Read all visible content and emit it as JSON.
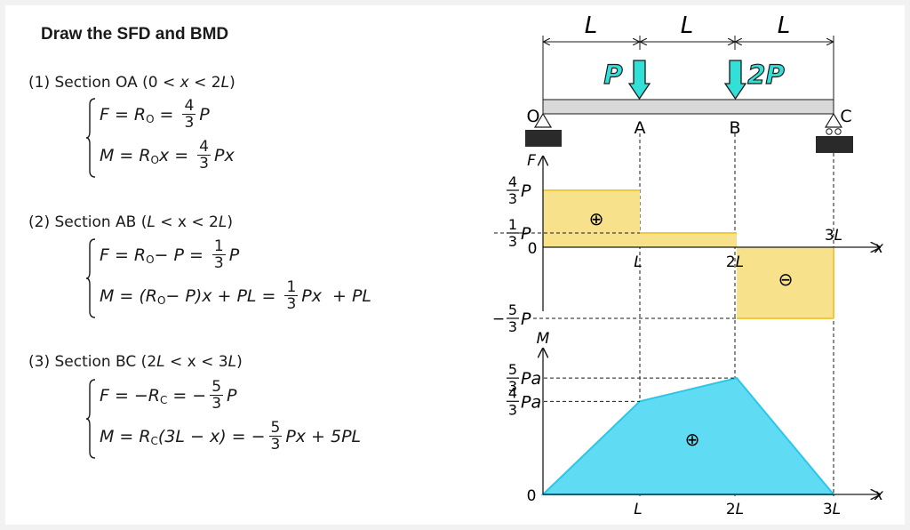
{
  "title": "Draw the SFD and BMD",
  "sections": [
    {
      "heading_prefix": "(1) Section OA (0 < ",
      "heading_var": "x",
      "heading_suffix": " < 2",
      "heading_end": "L",
      "heading_close": ")",
      "F": {
        "lhs": "F",
        "mid1": "R",
        "mid1_sub": "O",
        "num": "4",
        "den": "3",
        "unit": "P"
      },
      "M": {
        "lhs": "M",
        "mid1": "R",
        "mid1_sub": "O",
        "mid1_var": "x",
        "num": "4",
        "den": "3",
        "unit": "Px"
      }
    },
    {
      "heading_prefix": "(2) Section AB (",
      "heading_var": "L",
      "heading_suffix": " < x < 2",
      "heading_end": "L",
      "heading_close": ")",
      "F": {
        "lhs": "F",
        "expr": "R",
        "expr_sub": "O",
        "expr_tail": " − P",
        "num": "1",
        "den": "3",
        "unit": "P"
      },
      "M": {
        "lhs": "M",
        "expr": "(R",
        "expr_sub": "O",
        "expr_tail": " − P)x + PL",
        "num": "1",
        "den": "3",
        "unit": "Px",
        "tail": "+ PL"
      }
    },
    {
      "heading_prefix": "(3) Section BC (2",
      "heading_var": "L",
      "heading_suffix": " < x < 3",
      "heading_end": "L",
      "heading_close": ")",
      "F": {
        "lhs": "F",
        "expr": "−R",
        "expr_sub": "C",
        "sign": "−",
        "num": "5",
        "den": "3",
        "unit": "P"
      },
      "M": {
        "lhs": "M",
        "expr": "R",
        "expr_sub": "C",
        "expr_tail": "(3L − x)",
        "sign": "−",
        "num": "5",
        "den": "3",
        "unit": "Px",
        "tail": "+ 5PL"
      }
    }
  ],
  "beam": {
    "span_label": "L",
    "point_O": "O",
    "point_A": "A",
    "point_B": "B",
    "point_C": "C",
    "load_A": "P",
    "load_B": "2P",
    "load_color": "#33e0d8",
    "beam_color": "#d9d9d9"
  },
  "sfd": {
    "axis_y": "F",
    "axis_x": "x",
    "zero": "0",
    "x_ticks": [
      {
        "pre": "",
        "var": "L",
        "at": 1
      },
      {
        "pre": "2",
        "var": "L",
        "at": 2
      },
      {
        "pre": "3",
        "var": "L",
        "at": 3
      }
    ],
    "segments": [
      {
        "from": 0,
        "to": 1,
        "value": 1.3333
      },
      {
        "from": 1,
        "to": 2,
        "value": 0.3333
      },
      {
        "from": 2,
        "to": 3,
        "value": -1.6667
      }
    ],
    "labels": [
      {
        "sign": "",
        "num": "4",
        "den": "3",
        "unit": "P",
        "value": 1.3333
      },
      {
        "sign": "",
        "num": "1",
        "den": "3",
        "unit": "P",
        "value": 0.3333
      },
      {
        "sign": "−",
        "num": "5",
        "den": "3",
        "unit": "P",
        "value": -1.6667
      }
    ],
    "pos_symbol": "⊕",
    "neg_symbol": "⊖",
    "fill_color": "#f7e18a",
    "edge_color": "#f0c840"
  },
  "bmd": {
    "axis_y": "M",
    "axis_x": "x",
    "zero": "0",
    "x_ticks": [
      {
        "pre": "",
        "var": "L",
        "at": 1
      },
      {
        "pre": "2",
        "var": "L",
        "at": 2
      },
      {
        "pre": "3",
        "var": "L",
        "at": 3
      }
    ],
    "points": [
      {
        "x": 0,
        "y": 0
      },
      {
        "x": 1,
        "y": 1.3333
      },
      {
        "x": 2,
        "y": 1.6667
      },
      {
        "x": 3,
        "y": 0
      }
    ],
    "labels": [
      {
        "num": "5",
        "den": "3",
        "unit": "Pa",
        "value": 1.6667
      },
      {
        "num": "4",
        "den": "3",
        "unit": "Pa",
        "value": 1.3333
      }
    ],
    "pos_symbol": "⊕",
    "fill_color": "#5fdcf3",
    "edge_color": "#2bc6e8"
  }
}
